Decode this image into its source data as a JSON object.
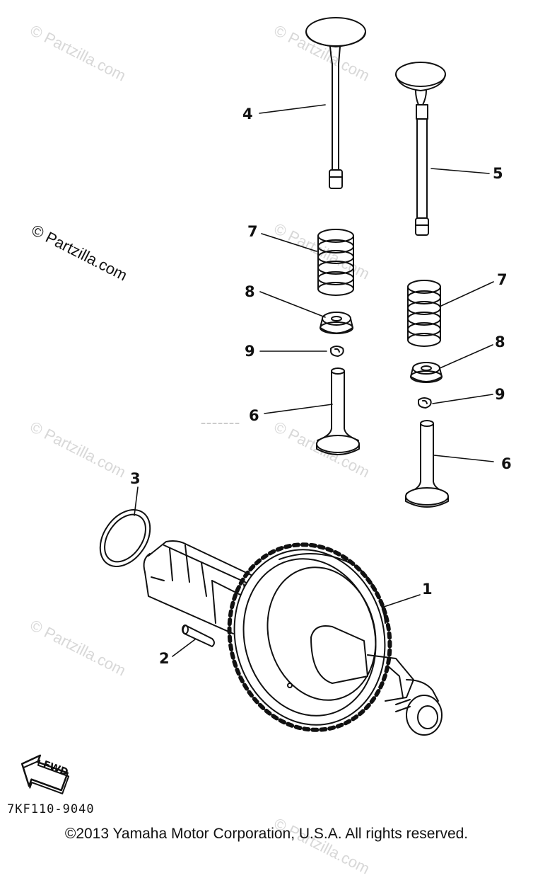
{
  "diagram": {
    "drawing_code": "7KF110-9040",
    "copyright": "©2013 Yamaha Motor Corporation, U.S.A. All rights reserved.",
    "watermark": "© Partzilla.com",
    "fwd_label": "FWD",
    "callouts": {
      "c1": "1",
      "c2": "2",
      "c3": "3",
      "c4": "4",
      "c5": "5",
      "c6a": "6",
      "c6b": "6",
      "c7a": "7",
      "c7b": "7",
      "c8a": "8",
      "c8b": "8",
      "c9a": "9",
      "c9b": "9"
    }
  }
}
